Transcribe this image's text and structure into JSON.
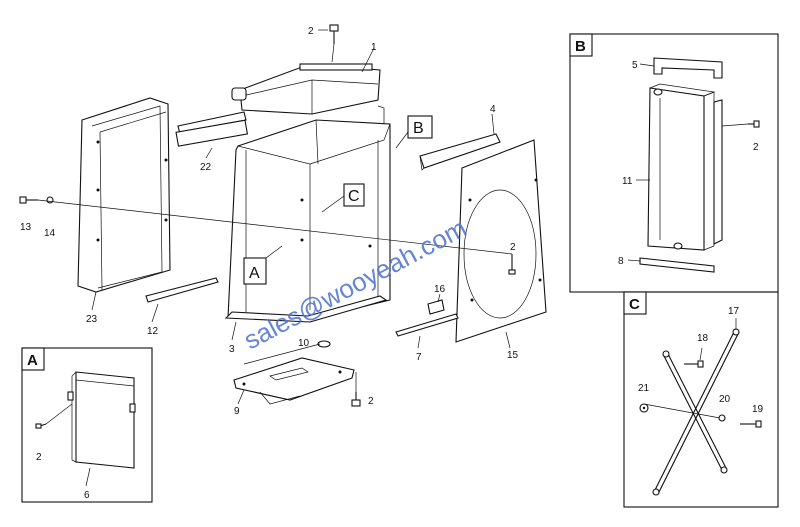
{
  "watermark": "sales@wooyeah.com",
  "callouts": {
    "a": "A",
    "b": "B",
    "c": "C"
  },
  "detail_boxes": {
    "a": {
      "letter": "A",
      "labels": {
        "p2": "2",
        "p6": "6"
      }
    },
    "b": {
      "letter": "B",
      "labels": {
        "p5": "5",
        "p11": "11",
        "p2": "2",
        "p8": "8"
      }
    },
    "c": {
      "letter": "C",
      "labels": {
        "p17": "17",
        "p18": "18",
        "p21": "21",
        "p20": "20",
        "p19": "19"
      }
    }
  },
  "main_labels": {
    "p1": "1",
    "p2_top": "2",
    "p22": "22",
    "p4": "4",
    "p13": "13",
    "p14": "14",
    "p2_right": "2",
    "p16": "16",
    "p23": "23",
    "p12": "12",
    "p3": "3",
    "p10": "10",
    "p7": "7",
    "p15": "15",
    "p9": "9",
    "p2_bottom": "2"
  },
  "colors": {
    "line": "#111111",
    "watermark": "#4d6fd0",
    "background": "#ffffff"
  }
}
